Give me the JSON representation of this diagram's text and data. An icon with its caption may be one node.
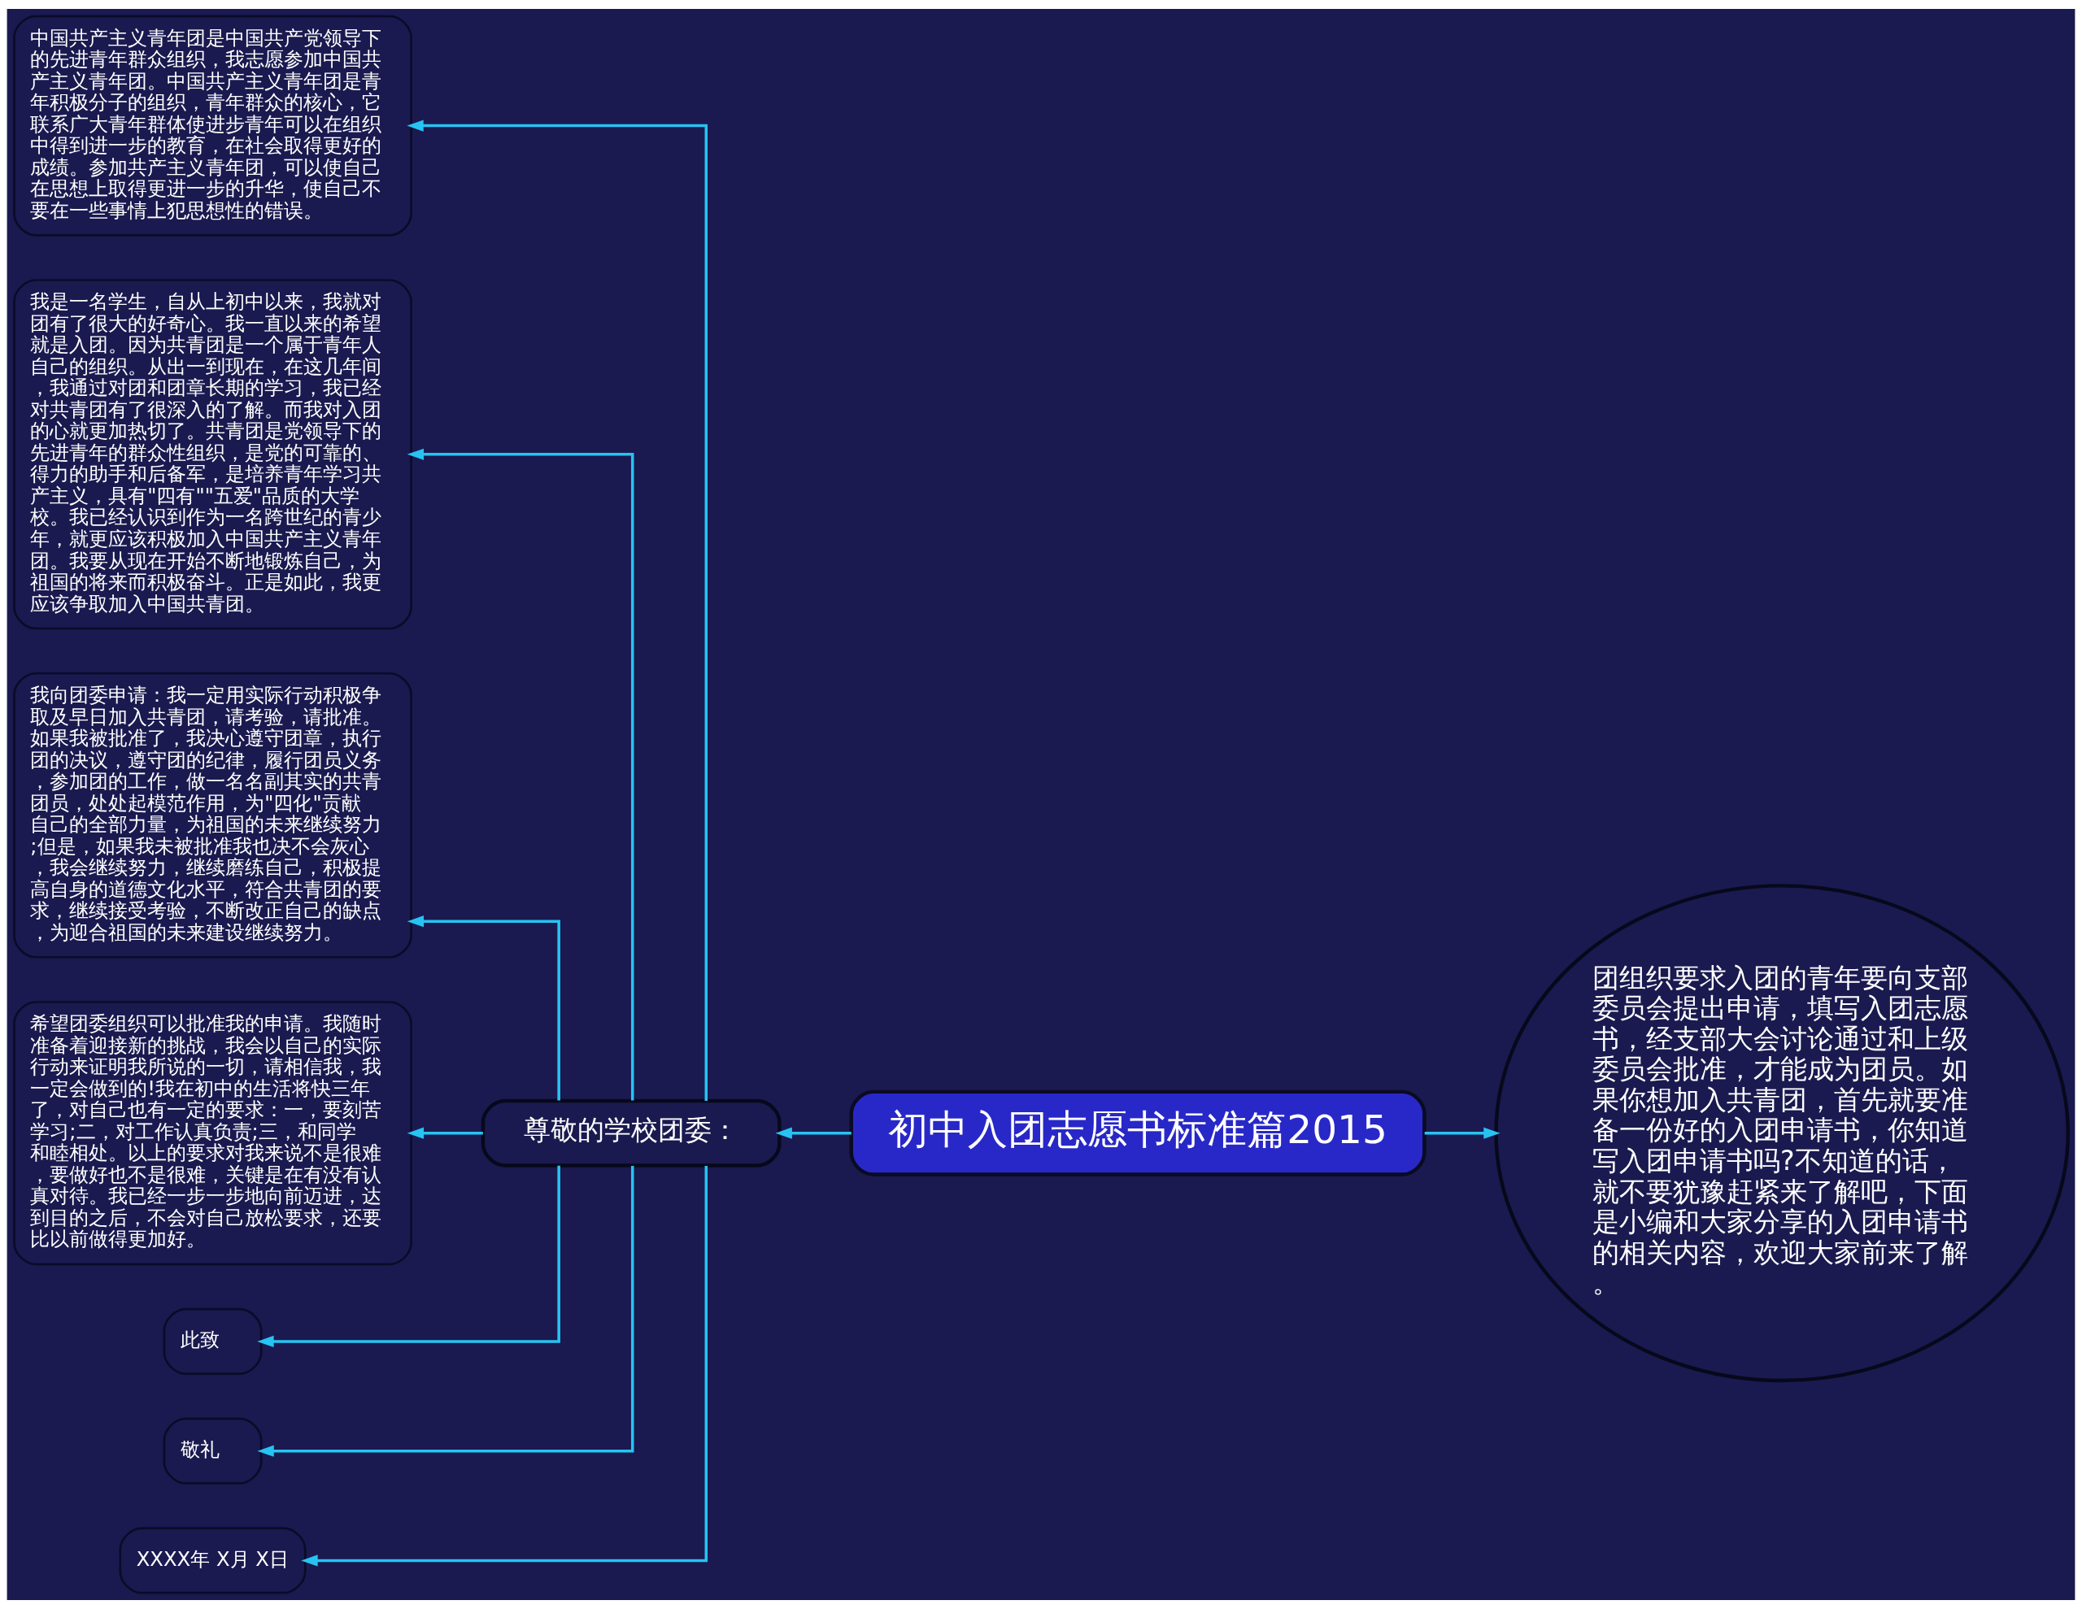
{
  "diagram": {
    "nodes": [
      {
        "text": [
          "初中入团志愿书标准篇2015"
        ]
      },
      {
        "text": [
          "尊敬的学校团委："
        ]
      },
      {
        "text": [
          "中国共产主义青年团是中国共产党领导下的先进青年群众组织，我志愿参加中国共产主义青年团。中国共产主义青年团是青年积极分子的组织，青年群众的核心，它联系广大青年群体使进步青年可以在组织中得到进一步的教育，在社会取得更好的成绩。参加共产主义青年团，可以使自己在思想上取得更进一步的升华，使自己不要在一些事情上犯思想性的错误。"
        ]
      },
      {
        "text": [
          "我是一名学生，自从上初中以来，我就对团有了很大的好奇心。我一直以来的希望就是入团。因为共青团是一个属于青年人自己的组织。从出一到现在，在这几年间，我通过对团和团章长期的学习，我已经对共青团有了很深入的了解。而我对入团的心就更加热切了。共青团是党领导下的先进青年的群众性组织，是党的可靠的、得力的助手和后备军，是培养青年学习共产主义，具有\"四有\"\"五爱\"品质的大学校。我已经认识到作为一名跨世纪的青少年，就更应该积极加入中国共产主义青年团。我要从现在开始不断地锻炼自己，为祖国的将来而积极奋斗。正是如此，我更应该争取加入中国共青团。"
        ]
      },
      {
        "text": [
          "我向团委申请：我一定用实际行动积极争取及早日加入共青团，请考验，请批准。如果我被批准了，我决心遵守团章，执行团的决议，遵守团的纪律，履行团员义务，参加团的工作，做一名名副其实的共青团员，处处起模范作用，为\"四化\"贡献自己的全部力量，为祖国的未来继续努力;但是，如果我未被批准我也决不会灰心，我会继续努力，继续磨练自己，积极提高自身的道德文化水平，符合共青团的要求，继续接受考验，不断改正自己的缺点，为迎合祖国的未来建设继续努力。"
        ]
      },
      {
        "text": [
          "希望团委组织可以批准我的申请。我随时准备着迎接新的挑战，我会以自己的实际行动来证明我所说的一切，请相信我，我一定会做到的!我在初中的生活将快三年了，对自己也有一定的要求：一，要刻苦学习;二，对工作认真负责;三，和同学和睦相处。以上的要求对我来说不是很难，要做好也不是很难，关键是在有没有认真对待。我已经一步一步地向前迈进，达到目的之后，不会对自己放松要求，还要比以前做得更加好。"
        ]
      },
      {
        "text": [
          "此致"
        ]
      },
      {
        "text": [
          "敬礼"
        ]
      },
      {
        "text": [
          "XXXX年 X月 X日"
        ]
      },
      {
        "text": [
          "团组织要求入团的青年要向支部委员会提出申请，填写入团志愿书，经支部大会讨论通过和上级委员会批准，才能成为团员。如果你想加入共青团，首先就要准备一份好的入团申请书，你知道写入团申请书吗?不知道的话，就不要犹豫赶紧来了解吧，下面是小编和大家分享的入团申请书的相关内容，欢迎大家前来了解。"
        ]
      }
    ],
    "edges": [
      {
        "from": 0,
        "to": 1,
        "arrow": "to"
      },
      {
        "from": 1,
        "to": 2,
        "arrow": "to"
      },
      {
        "from": 1,
        "to": 3,
        "arrow": "to"
      },
      {
        "from": 1,
        "to": 4,
        "arrow": "to"
      },
      {
        "from": 1,
        "to": 5,
        "arrow": "to"
      },
      {
        "from": 1,
        "to": 6,
        "arrow": "to"
      },
      {
        "from": 1,
        "to": 7,
        "arrow": "to"
      },
      {
        "from": 1,
        "to": 8,
        "arrow": "to"
      },
      {
        "from": 0,
        "to": 9,
        "arrow": "to"
      }
    ]
  }
}
